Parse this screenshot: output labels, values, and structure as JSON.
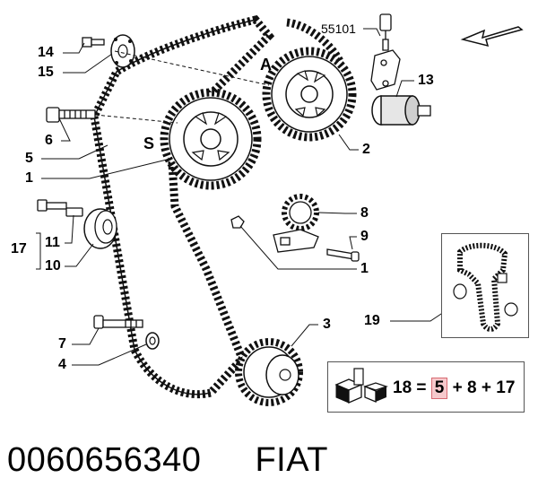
{
  "callouts": {
    "n14": "14",
    "n15": "15",
    "n6": "6",
    "n5": "5",
    "n1_top": "1",
    "n17": "17",
    "n11": "11",
    "n10": "10",
    "n7": "7",
    "n4": "4",
    "n55101": "55101",
    "n13": "13",
    "n2": "2",
    "n8": "8",
    "n9": "9",
    "n1_right": "1",
    "n19": "19",
    "n3": "3"
  },
  "zones": {
    "a": "A",
    "s": "S"
  },
  "formula": {
    "lhs": "18 =",
    "highlight": "5",
    "rhs": "+ 8 + 17",
    "highlight_color": "#f6c9cc"
  },
  "caption": {
    "part_number": "0060656340",
    "brand": "FIAT"
  }
}
